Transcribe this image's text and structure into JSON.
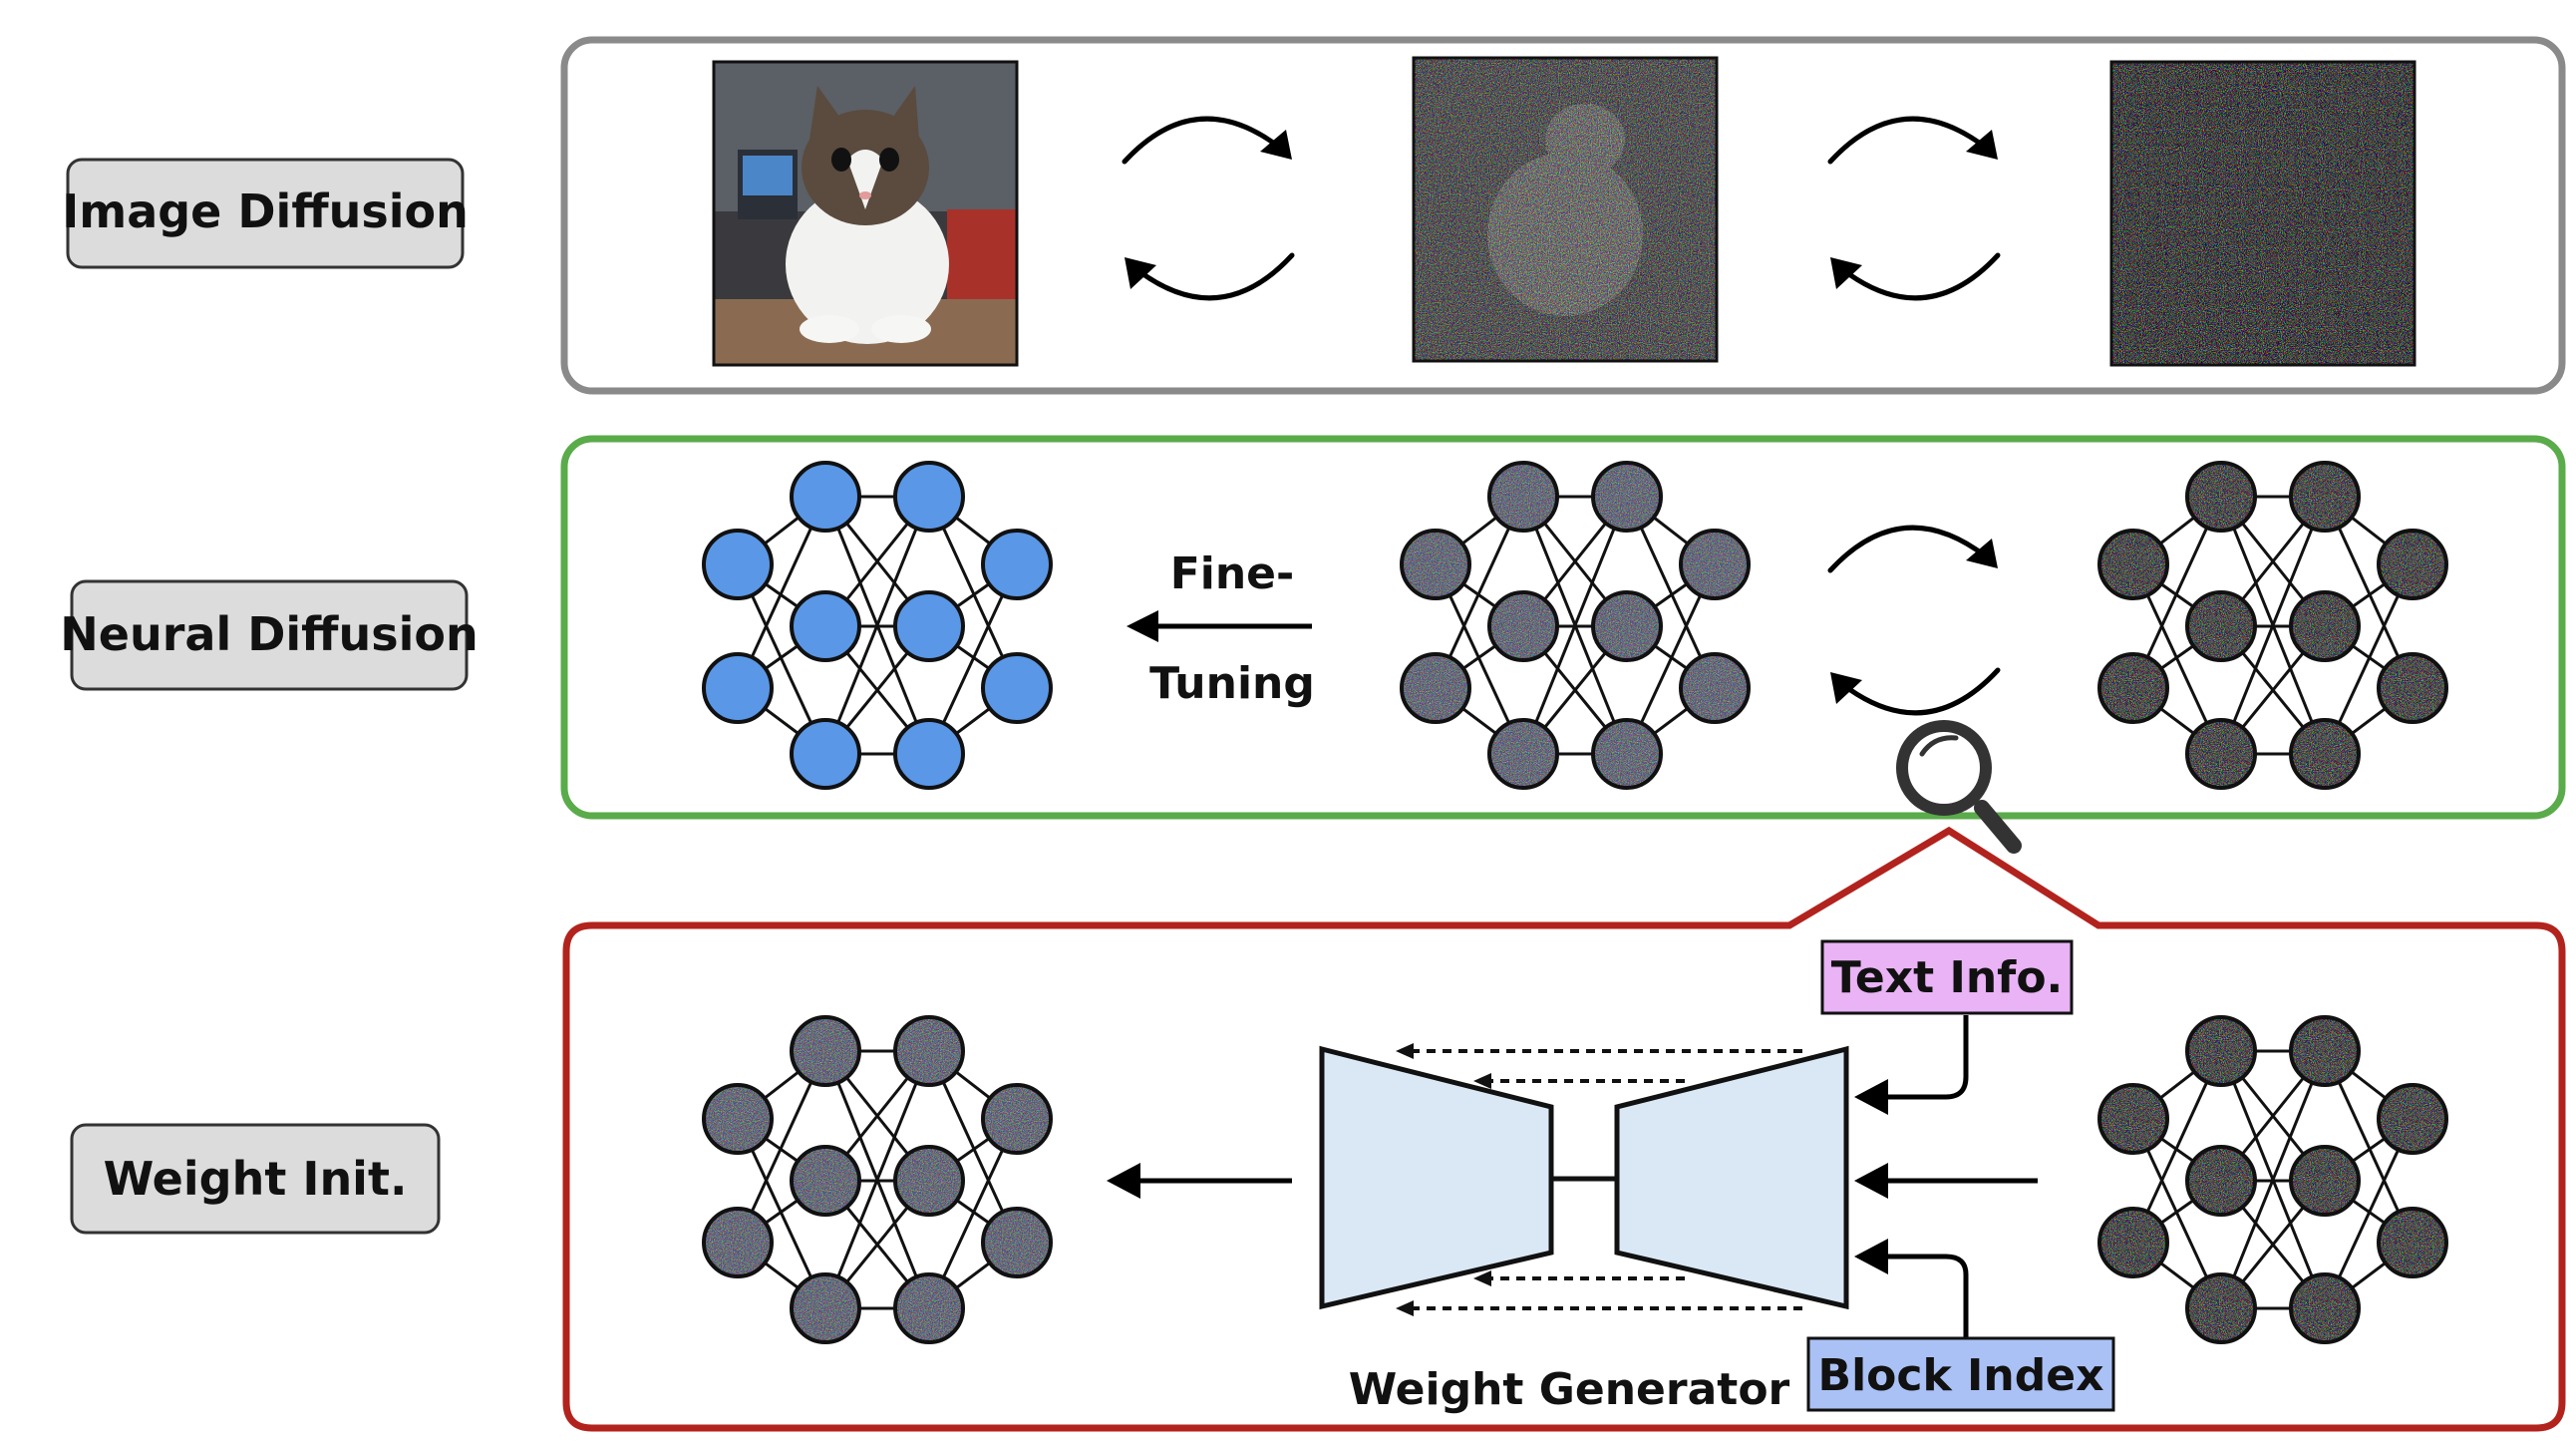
{
  "rows": {
    "image_diffusion": {
      "label": "Image Diffusion",
      "border_color": "#8a8a8a"
    },
    "neural_diffusion": {
      "label": "Neural Diffusion",
      "border_color": "#5aab4a",
      "finetune_line1": "Fine-",
      "finetune_line2": "Tuning"
    },
    "weight_init": {
      "label": "Weight Init.",
      "border_color": "#b2231e",
      "generator_label": "Weight Generator"
    }
  },
  "tags": {
    "text_info": {
      "label": "Text Info.",
      "fill": "#e9b3f5"
    },
    "block_index": {
      "label": "Block Index",
      "fill": "#aac1f5"
    }
  },
  "colors": {
    "label_box_fill": "#dcdcdc",
    "clean_node": "#5a97e6",
    "generator_fill": "#dae8f6"
  },
  "icons": [
    "cat-photo",
    "noisy-cat-image",
    "pure-noise-image",
    "magnifier-icon",
    "neural-network-icon",
    "cycle-arrows-icon"
  ]
}
